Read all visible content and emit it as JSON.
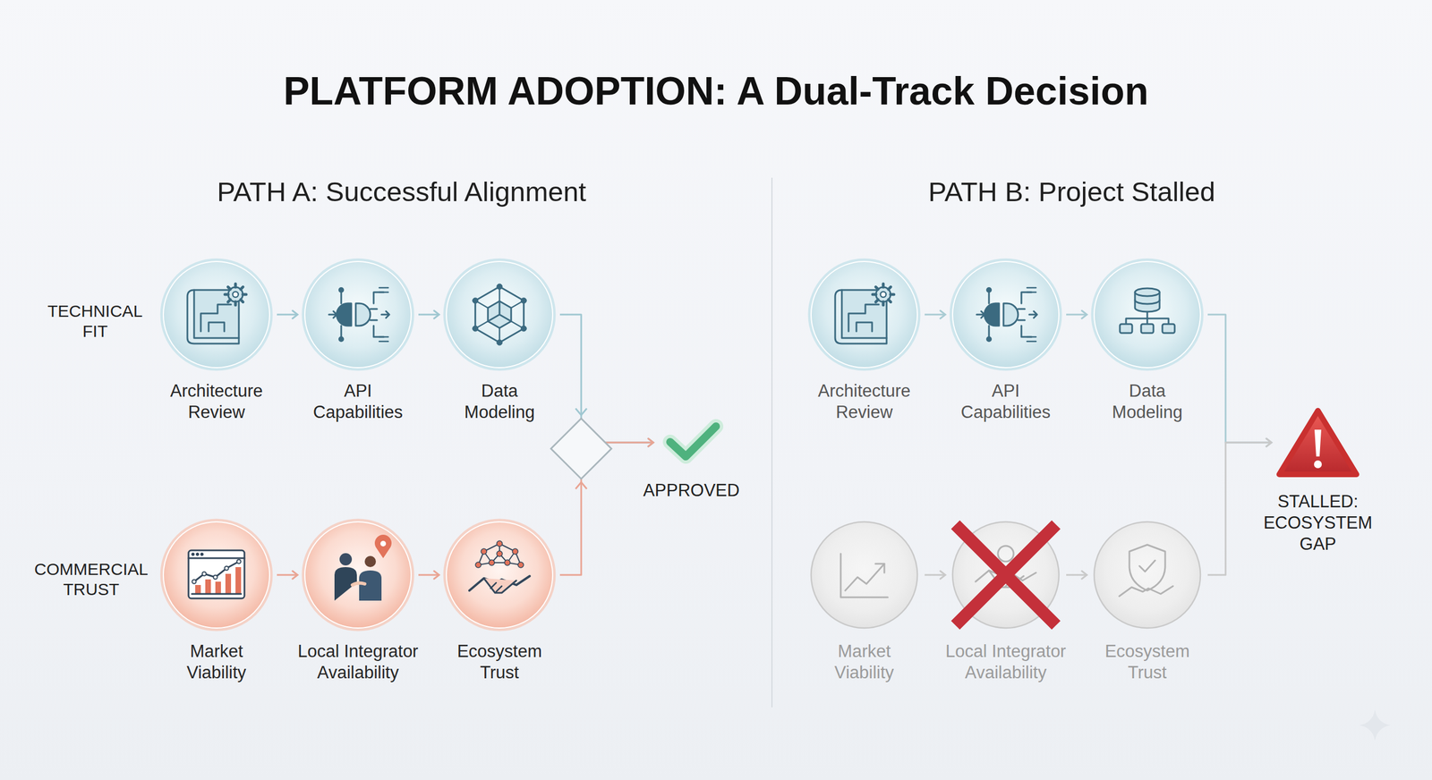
{
  "diagram": {
    "title": "PLATFORM ADOPTION: A Dual-Track Decision",
    "nodes": [
      {
        "text": [
          "Architecture Review"
        ]
      },
      {
        "text": [
          "API Capabilities"
        ]
      },
      {
        "text": [
          "Data Modeling"
        ]
      },
      {
        "text": [
          "Market Viability"
        ]
      },
      {
        "text": [
          "Local Integrator Availability"
        ]
      },
      {
        "text": [
          "Ecosystem Trust"
        ]
      },
      {
        "text": [
          "APPROVED"
        ]
      },
      {
        "text": [
          "Architecture Review"
        ]
      },
      {
        "text": [
          "API Capabilities"
        ]
      },
      {
        "text": [
          "Data Modeling"
        ]
      },
      {
        "text": [
          "Market Viability"
        ]
      },
      {
        "text": [
          "Local Integrator Availability"
        ]
      },
      {
        "text": [
          "Ecosystem Trust"
        ]
      },
      {
        "text": [
          "STALLED: ECOSYSTEM GAP"
        ]
      }
    ],
    "edges": [
      {
        "from": 0,
        "to": 1,
        "arrow": "to"
      },
      {
        "from": 1,
        "to": 2,
        "arrow": "to"
      },
      {
        "from": 2,
        "to": 6,
        "arrow": "to"
      },
      {
        "from": 3,
        "to": 4,
        "arrow": "to"
      },
      {
        "from": 4,
        "to": 5,
        "arrow": "to"
      },
      {
        "from": 5,
        "to": 6,
        "arrow": "to"
      },
      {
        "from": 7,
        "to": 8,
        "arrow": "to"
      },
      {
        "from": 8,
        "to": 9,
        "arrow": "to"
      },
      {
        "from": 9,
        "to": 13,
        "arrow": "to"
      },
      {
        "from": 10,
        "to": 11,
        "arrow": "to"
      },
      {
        "from": 11,
        "to": 12,
        "arrow": "to"
      },
      {
        "from": 12,
        "to": 13,
        "arrow": "to"
      }
    ],
    "labels": [
      "PATH A: Successful Alignment",
      "TECHNICAL FIT",
      "COMMERCIAL TRUST",
      "PATH B: Project Stalled"
    ]
  }
}
